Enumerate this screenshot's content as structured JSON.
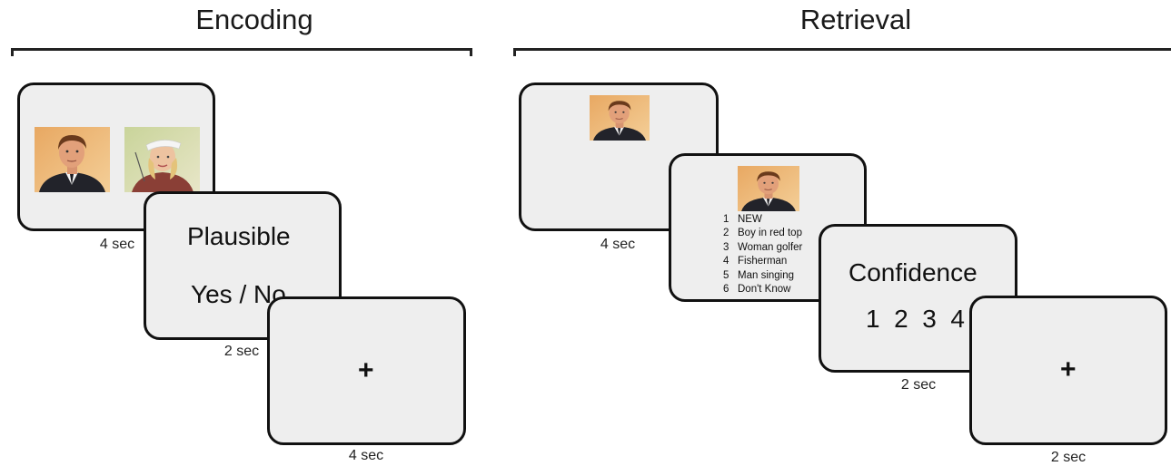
{
  "encoding": {
    "title": "Encoding",
    "trial": {
      "duration": "4 sec"
    },
    "question": {
      "line1": "Plausible",
      "line2": "Yes / No",
      "duration": "2 sec"
    },
    "fixation": {
      "symbol": "+",
      "duration": "4 sec"
    }
  },
  "retrieval": {
    "title": "Retrieval",
    "cue": {
      "duration": "4 sec"
    },
    "options": {
      "items": [
        {
          "num": "1",
          "label": "NEW"
        },
        {
          "num": "2",
          "label": "Boy in red top"
        },
        {
          "num": "3",
          "label": "Woman golfer"
        },
        {
          "num": "4",
          "label": "Fisherman"
        },
        {
          "num": "5",
          "label": "Man singing"
        },
        {
          "num": "6",
          "label": "Don't Know"
        }
      ]
    },
    "confidence": {
      "label": "Confidence",
      "scale": "1  2  3  4",
      "duration": "2 sec"
    },
    "fixation": {
      "symbol": "+",
      "duration": "2 sec"
    }
  }
}
